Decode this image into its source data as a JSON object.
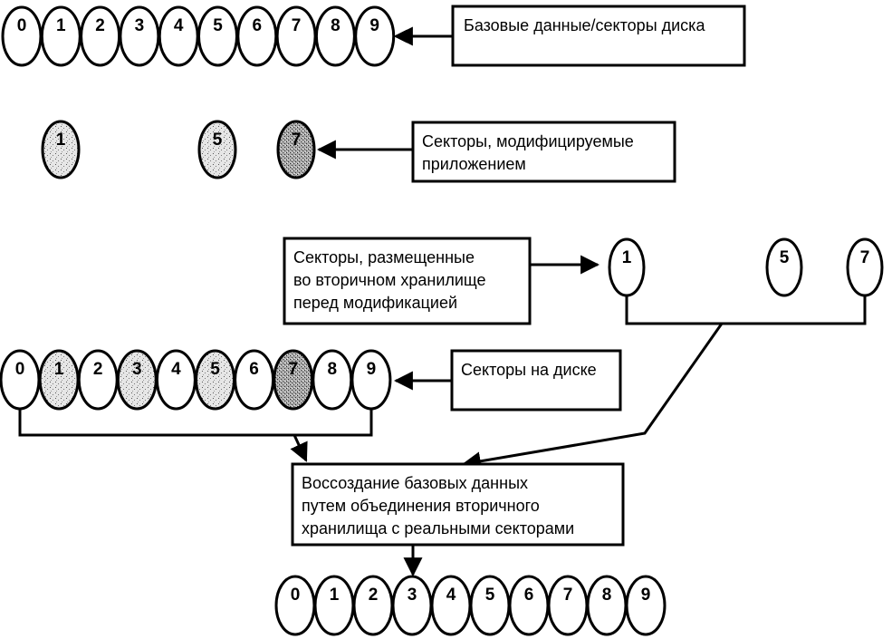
{
  "diagram": {
    "title": "Sector-level snapshot: reconstruction of base data",
    "rows": {
      "base": {
        "sectors": [
          "0",
          "1",
          "2",
          "3",
          "4",
          "5",
          "6",
          "7",
          "8",
          "9"
        ],
        "label": "Базовые данные/секторы диска"
      },
      "modified": {
        "sectors": [
          {
            "n": "1",
            "shade": "light"
          },
          {
            "n": "5",
            "shade": "light"
          },
          {
            "n": "7",
            "shade": "dark"
          }
        ],
        "label_lines": [
          "Секторы, модифицируемые",
          "приложением"
        ]
      },
      "secondary": {
        "sectors": [
          "1",
          "5",
          "7"
        ],
        "label_lines": [
          "Секторы, размещенные",
          "во вторичном хранилище",
          "перед модификацией"
        ]
      },
      "on_disk": {
        "sectors": [
          {
            "n": "0",
            "shade": "none"
          },
          {
            "n": "1",
            "shade": "light"
          },
          {
            "n": "2",
            "shade": "none"
          },
          {
            "n": "3",
            "shade": "light"
          },
          {
            "n": "4",
            "shade": "none"
          },
          {
            "n": "5",
            "shade": "light"
          },
          {
            "n": "6",
            "shade": "none"
          },
          {
            "n": "7",
            "shade": "dark"
          },
          {
            "n": "8",
            "shade": "none"
          },
          {
            "n": "9",
            "shade": "none"
          }
        ],
        "label": "Секторы на диске"
      },
      "reconstruct": {
        "label_lines": [
          "Воссоздание базовых данных",
          "путем объединения вторичного",
          "хранилища с реальными секторами"
        ]
      },
      "result": {
        "sectors": [
          "0",
          "1",
          "2",
          "3",
          "4",
          "5",
          "6",
          "7",
          "8",
          "9"
        ]
      }
    }
  }
}
